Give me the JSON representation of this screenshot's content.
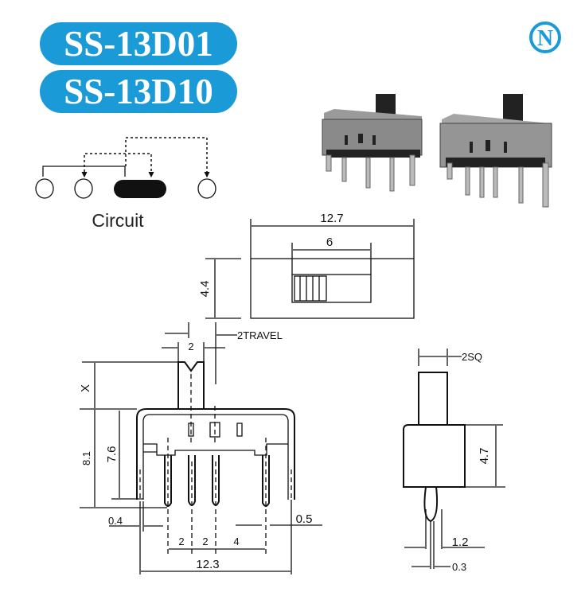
{
  "header": {
    "model_1": "SS-13D01",
    "model_2": "SS-13D10",
    "logo_letter": "N",
    "brand_color": "#1b9ad8"
  },
  "circuit": {
    "label": "Circuit"
  },
  "top_view": {
    "width": "12.7",
    "slot": "6",
    "height": "4.4"
  },
  "front_view": {
    "travel": "2TRAVEL",
    "actuator_width": "2",
    "actuator_height": "X",
    "height_total": "8.1",
    "height_body": "7.6",
    "leg_thickness": "0.4",
    "pin_thickness": "0.5",
    "pitch_1": "2",
    "pitch_2": "2",
    "pitch_3": "4",
    "total_width": "12.3"
  },
  "side_view": {
    "actuator": "2SQ",
    "body_height": "4.7",
    "pin_width": "1.2",
    "pin_thickness": "0.3"
  }
}
